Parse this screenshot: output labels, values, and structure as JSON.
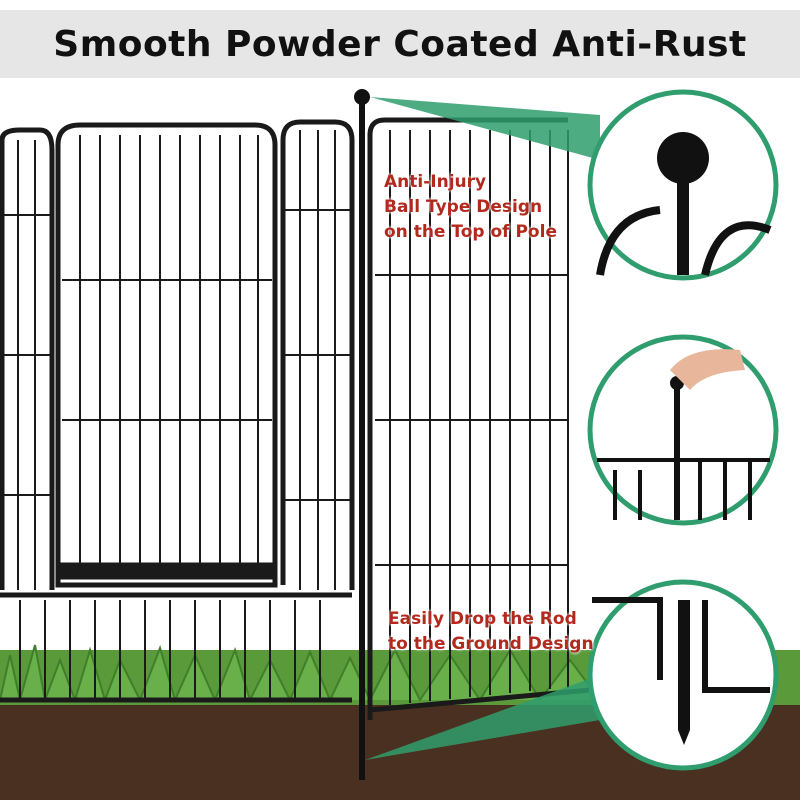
{
  "header": {
    "title": "Smooth Powder Coated Anti-Rust"
  },
  "callouts": {
    "top": [
      "Anti-Injury",
      "Ball Type Design",
      "on the Top of Pole"
    ],
    "bottom": [
      "Easily Drop the Rod",
      "to the Ground Design"
    ]
  },
  "colors": {
    "accent_green": "#2f9d6d",
    "callout_red": "#b22a1e",
    "header_bg": "#e6e6e6",
    "fence": "#1a1a1a"
  }
}
